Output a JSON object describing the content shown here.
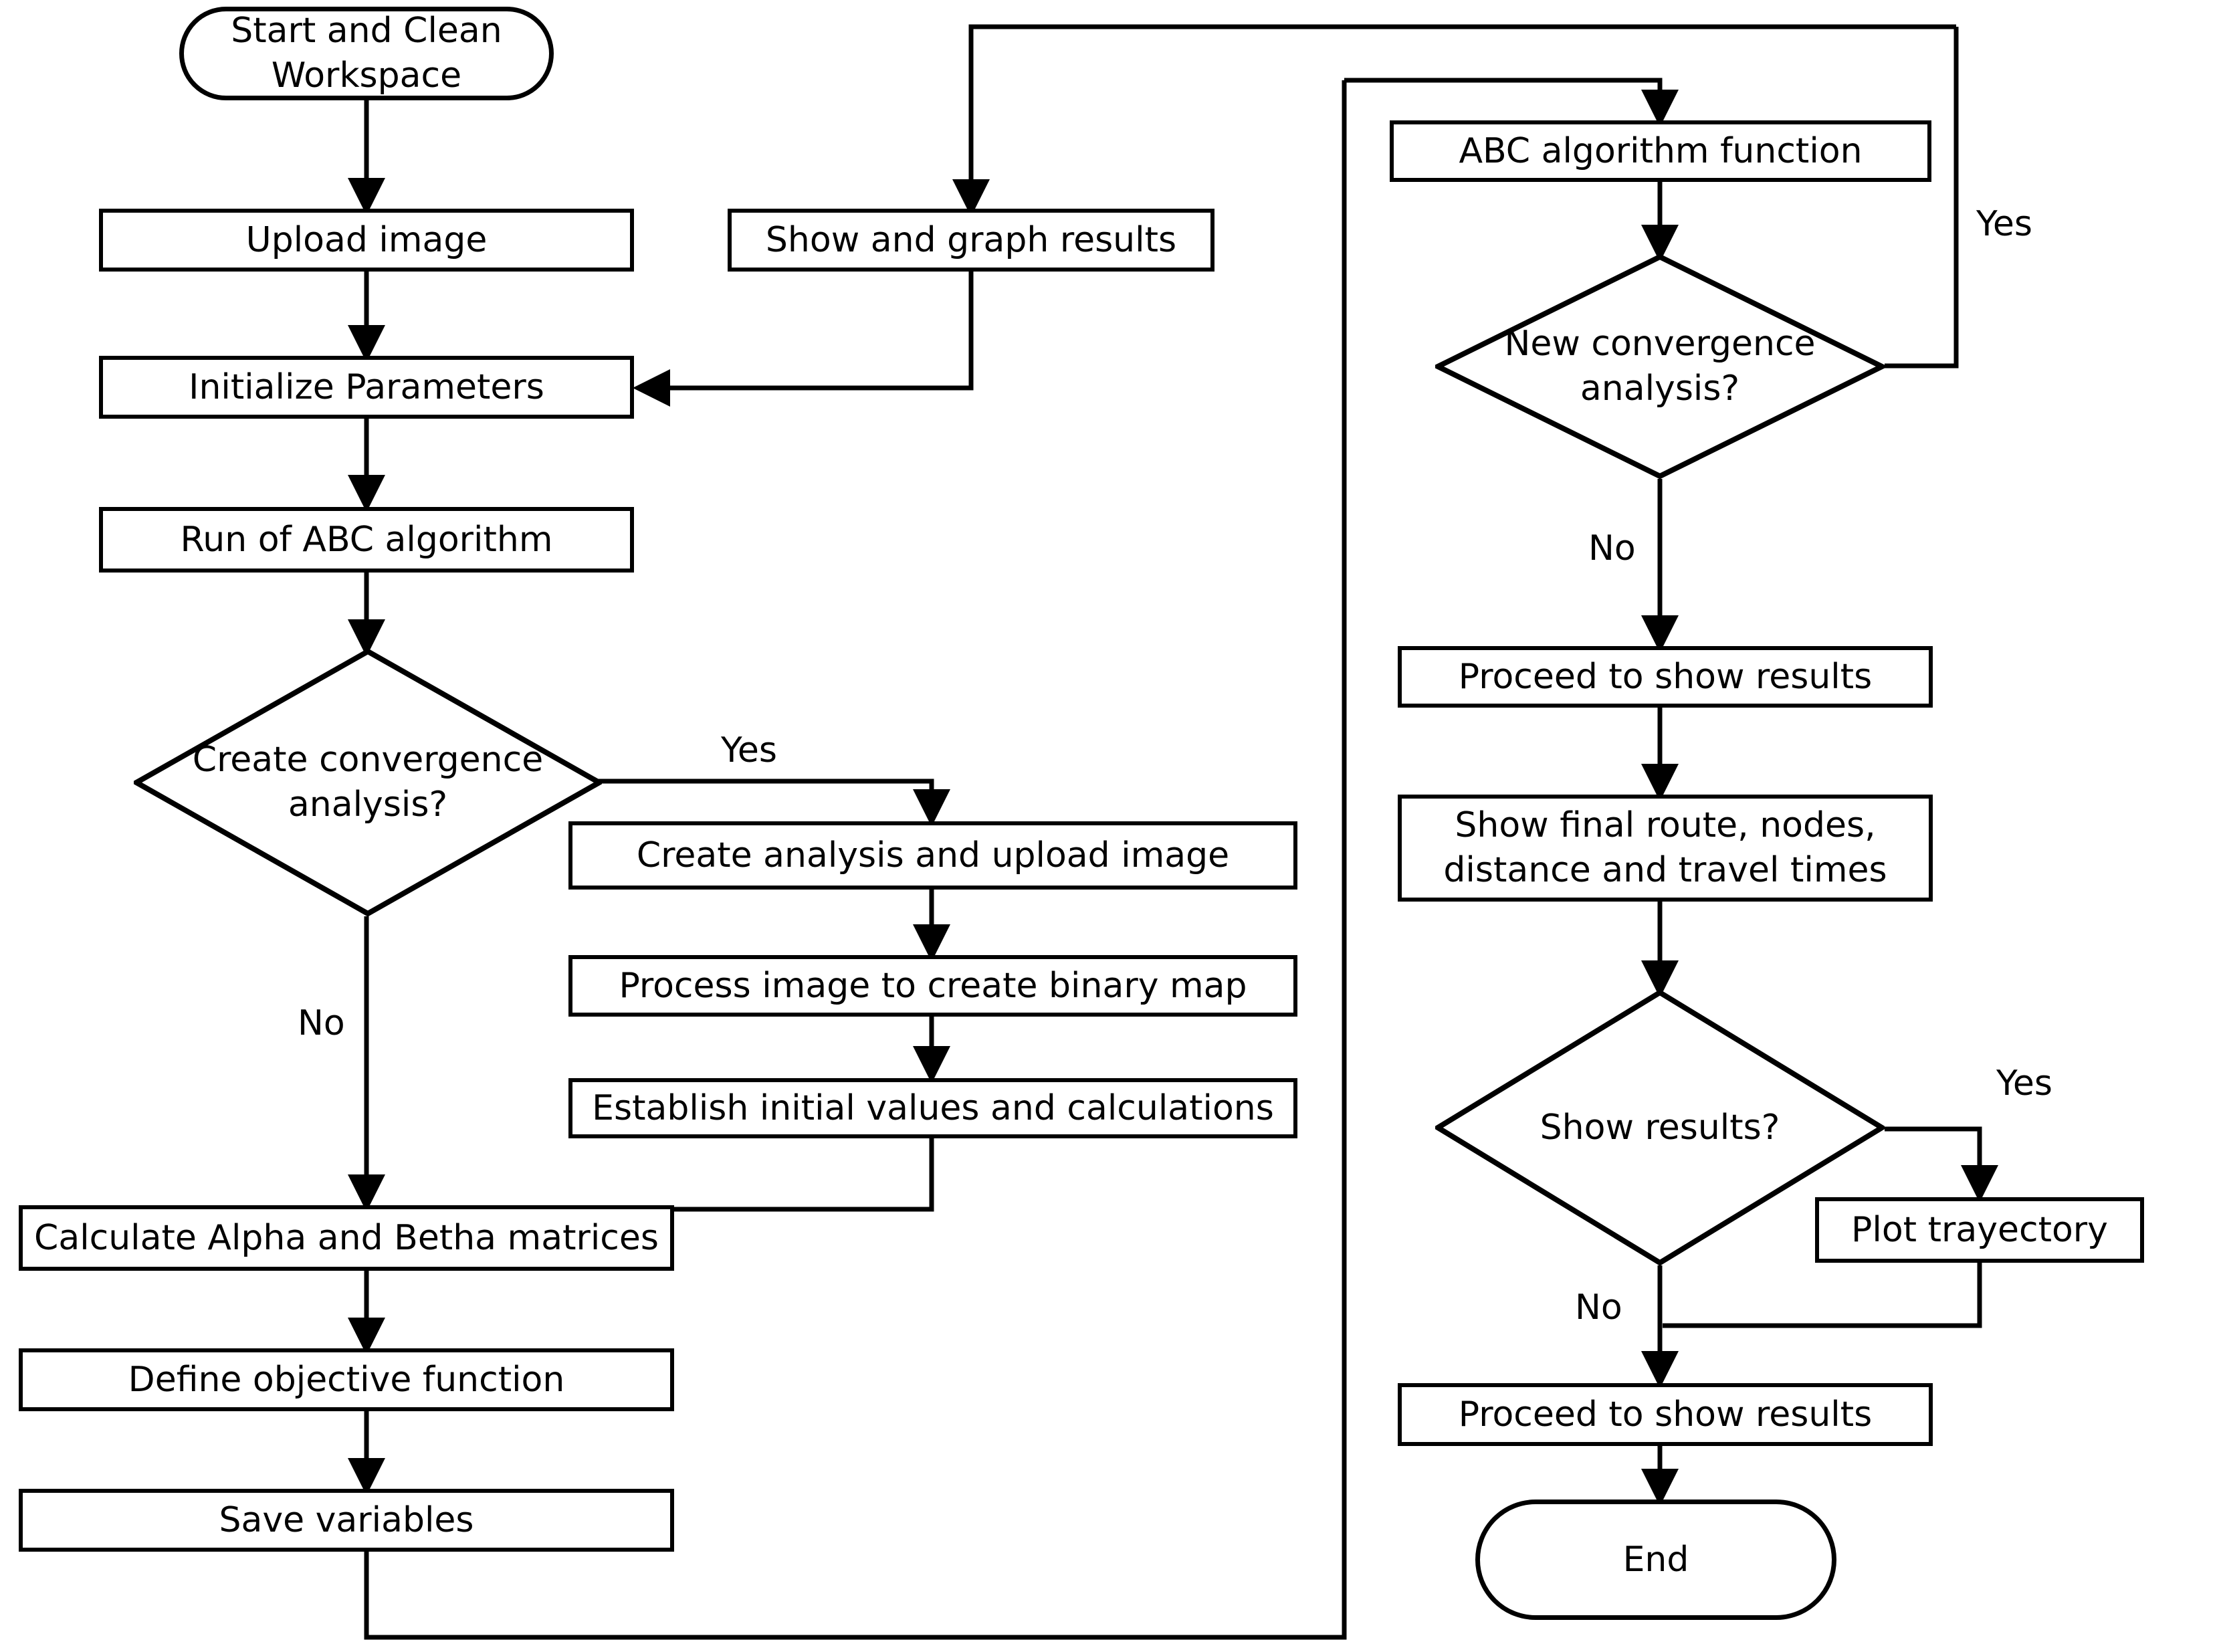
{
  "diagram": {
    "type": "flowchart",
    "title": "ABC algorithm route planning flowchart",
    "stroke_color": "#000000",
    "background_color": "#ffffff"
  },
  "nodes": {
    "start": {
      "label": "Start and Clean Workspace",
      "shape": "terminator"
    },
    "upload_image": {
      "label": "Upload image",
      "shape": "process"
    },
    "initialize_parameters": {
      "label": "Initialize Parameters",
      "shape": "process"
    },
    "run_abc": {
      "label": "Run of ABC algorithm",
      "shape": "process"
    },
    "create_convergence": {
      "label": "Create convergence analysis?",
      "shape": "decision"
    },
    "create_analysis_upload": {
      "label": "Create analysis and upload image",
      "shape": "process"
    },
    "process_binary_map": {
      "label": "Process image to create binary map",
      "shape": "process"
    },
    "establish_initial": {
      "label": "Establish initial values and calculations",
      "shape": "process"
    },
    "calculate_matrices": {
      "label": "Calculate Alpha and Betha matrices",
      "shape": "process"
    },
    "define_objective": {
      "label": "Define objective function",
      "shape": "process"
    },
    "save_variables": {
      "label": "Save variables",
      "shape": "process"
    },
    "show_graph_results": {
      "label": "Show and graph results",
      "shape": "process"
    },
    "abc_function": {
      "label": "ABC algorithm function",
      "shape": "process"
    },
    "new_convergence": {
      "label": "New convergence analysis?",
      "shape": "decision"
    },
    "proceed_show_results_1": {
      "label": "Proceed to show results",
      "shape": "process"
    },
    "show_final_route": {
      "label": "Show final route, nodes, distance and travel times",
      "shape": "process"
    },
    "show_results_decision": {
      "label": "Show results?",
      "shape": "decision"
    },
    "plot_trayectory": {
      "label": "Plot trayectory",
      "shape": "process"
    },
    "proceed_show_results_2": {
      "label": "Proceed to show results",
      "shape": "process"
    },
    "end": {
      "label": "End",
      "shape": "terminator"
    }
  },
  "edge_labels": {
    "create_convergence_yes": "Yes",
    "create_convergence_no": "No",
    "new_convergence_yes": "Yes",
    "new_convergence_no": "No",
    "show_results_yes": "Yes",
    "show_results_no": "No"
  }
}
